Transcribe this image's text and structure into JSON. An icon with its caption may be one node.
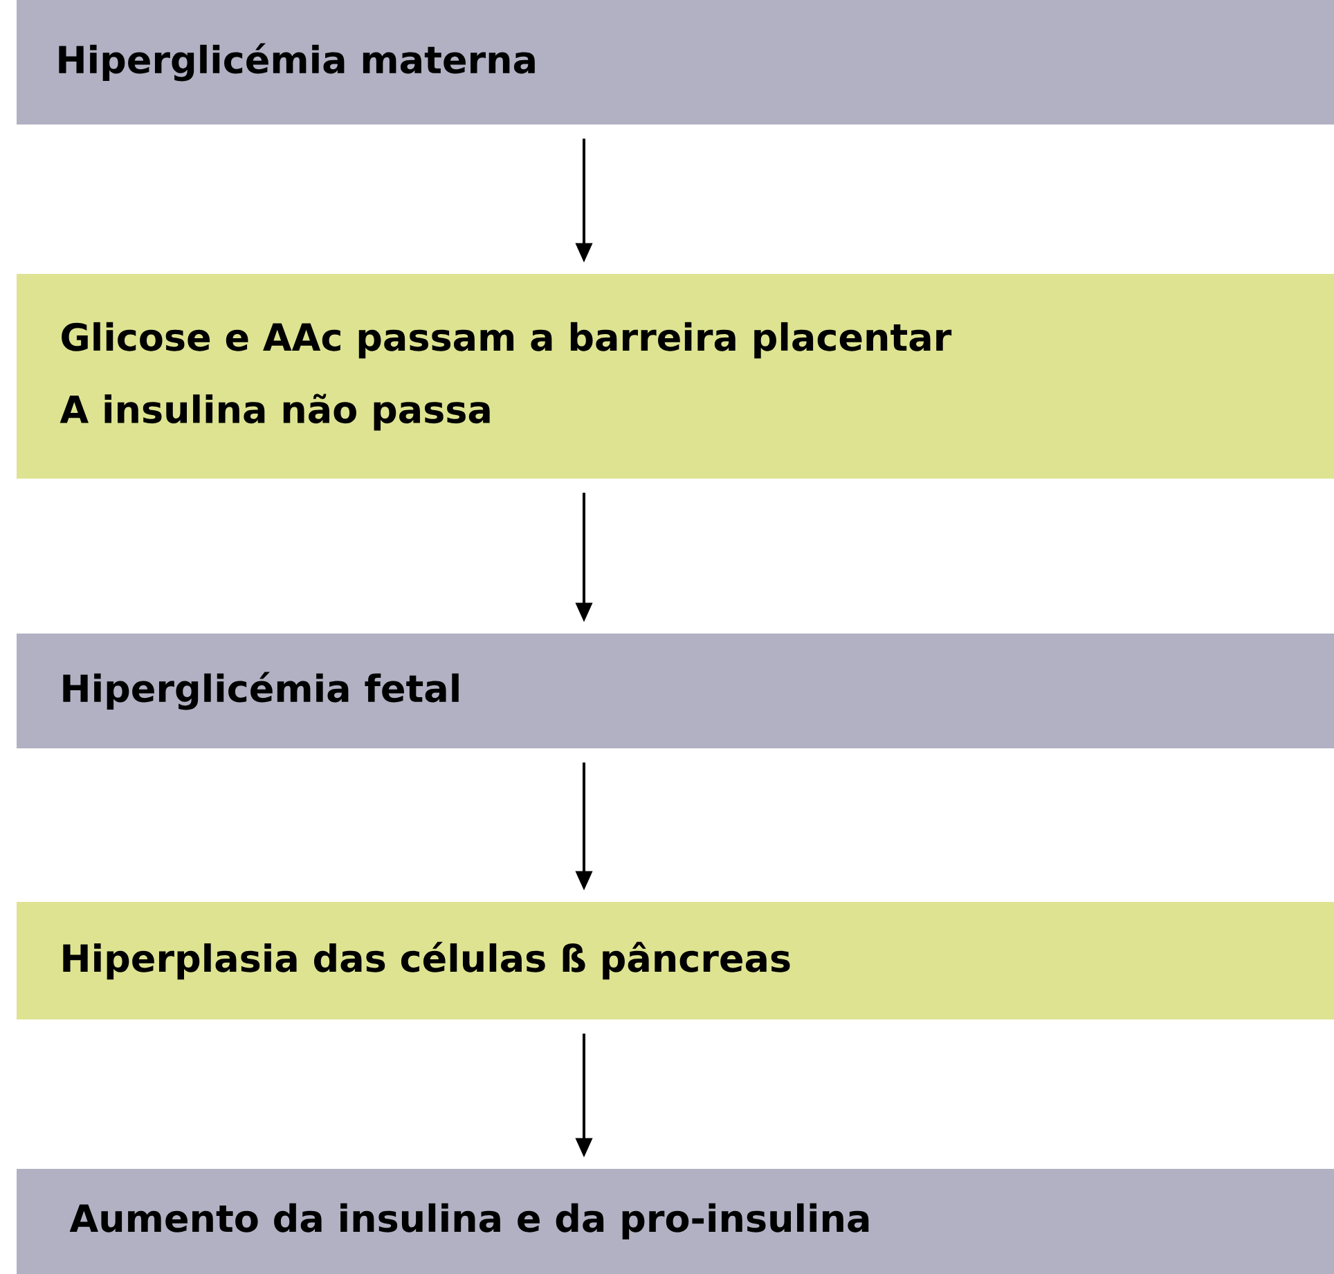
{
  "diagram": {
    "nodes": [
      {
        "text": [
          "Hiperglicémia materna"
        ]
      },
      {
        "text": [
          "Glicose e AAc passam a barreira placentar",
          "A insulina não passa"
        ]
      },
      {
        "text": [
          "Hiperglicémia fetal"
        ]
      },
      {
        "text": [
          "Hiperplasia das células ß pâncreas"
        ]
      },
      {
        "text": [
          "Aumento da insulina e da pro-insulina"
        ]
      }
    ],
    "edges": [
      {
        "from": 0,
        "to": 1,
        "arrow": "to"
      },
      {
        "from": 1,
        "to": 2,
        "arrow": "to"
      },
      {
        "from": 2,
        "to": 3,
        "arrow": "to"
      },
      {
        "from": 3,
        "to": 4,
        "arrow": "to"
      }
    ]
  }
}
